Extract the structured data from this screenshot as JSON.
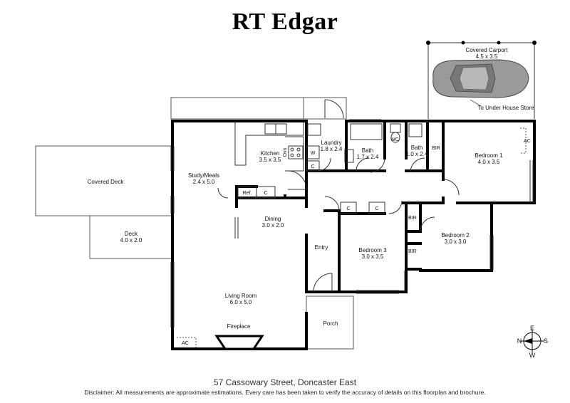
{
  "brand": {
    "name": "RT Edgar"
  },
  "rooms": {
    "carport": {
      "name": "Covered Carport",
      "dims": "4.5 x 3.5"
    },
    "under_house_store": {
      "name": "To Under House Store"
    },
    "covered_deck": {
      "name": "Covered Deck"
    },
    "deck": {
      "name": "Deck",
      "dims": "4.0 x 2.0"
    },
    "study_meals": {
      "name": "Study/Meals",
      "dims": "2.4 x 5.0"
    },
    "kitchen": {
      "name": "Kitchen",
      "dims": "3.5 x 3.5"
    },
    "laundry": {
      "name": "Laundry",
      "dims": "1.8 x 2.4"
    },
    "bath1": {
      "name": "Bath",
      "dims": "1.7 x 2.4"
    },
    "bath2": {
      "name": "Bath",
      "dims": "1.0 x 2.4"
    },
    "bedroom1": {
      "name": "Bedroom 1",
      "dims": "4.0 x 3.5"
    },
    "bedroom2": {
      "name": "Bedroom 2",
      "dims": "3.0 x 3.0"
    },
    "bedroom3": {
      "name": "Bedroom 3",
      "dims": "3.0 x 3.5"
    },
    "dining": {
      "name": "Dining",
      "dims": "3.0 x 2.0"
    },
    "living": {
      "name": "Living Room",
      "dims": "6.0 x 5.0"
    },
    "entry": {
      "name": "Entry"
    },
    "porch": {
      "name": "Porch"
    },
    "fireplace": {
      "name": "Fireplace"
    }
  },
  "fixtures": {
    "ref": "Ref.",
    "cupboard": "C",
    "washer": "W",
    "oven": "Ovn",
    "wc": "WC",
    "bir": "BIR",
    "ac": "AC"
  },
  "compass": {
    "n": "N",
    "e": "E",
    "s": "S",
    "w": "W"
  },
  "footer": {
    "address": "57 Cassowary Street, Doncaster East",
    "disclaimer": "Disclaimer: All measurements are approximate estimations. Every care has been taken to verify the accuracy of details on this floorplan and brochure."
  }
}
